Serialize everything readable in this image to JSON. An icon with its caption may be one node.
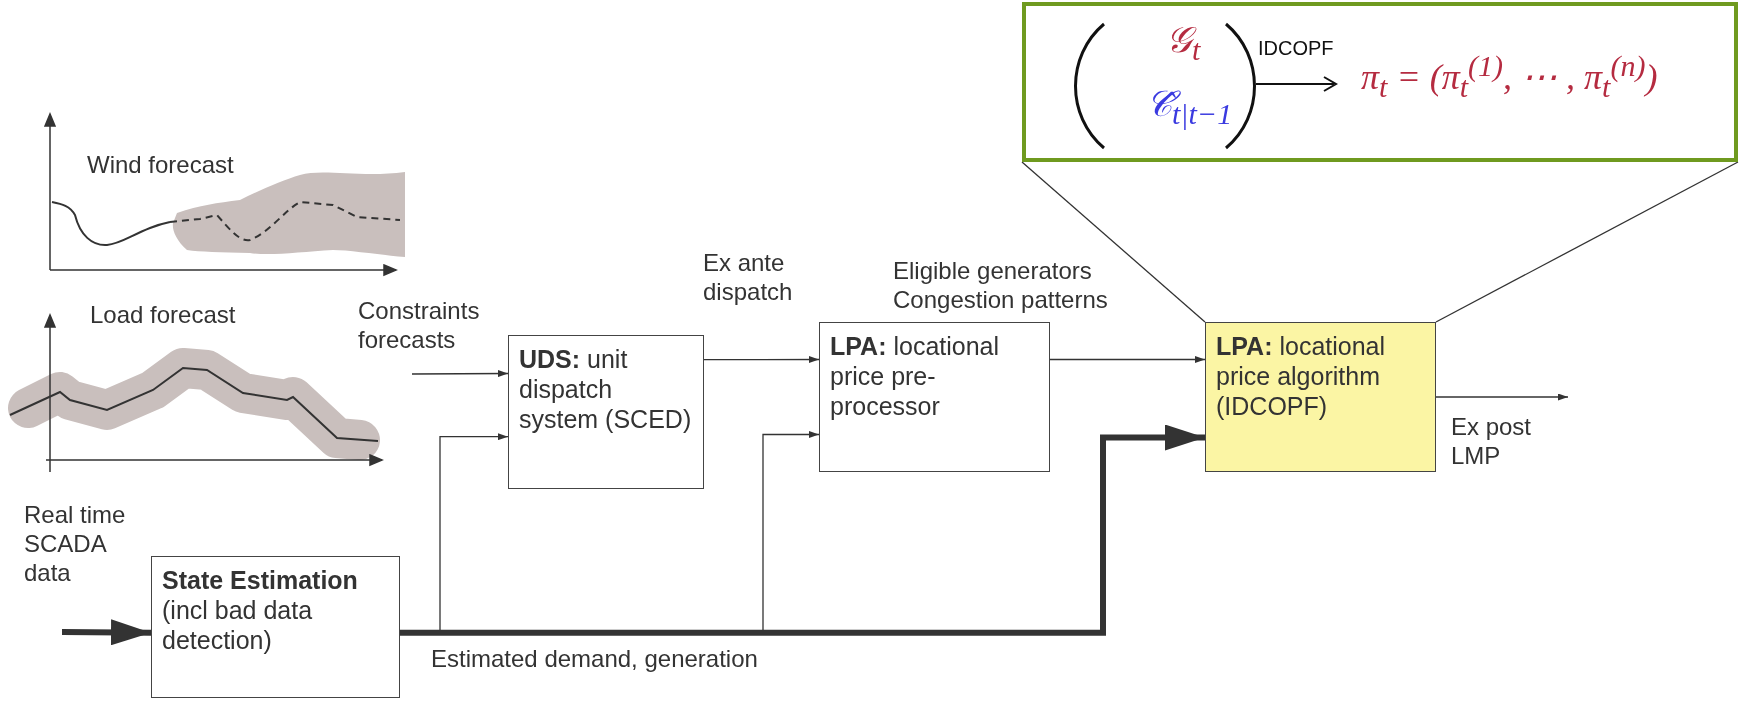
{
  "diagram": {
    "nodes": [
      {
        "text": [
          "𝒢$_{t}$",
          "𝒞̂$_{t|t−1}$",
          "IDCOPF",
          "π$_{t}$ = (π$_{t}$$^{(1)}$, ⋯ , π$_{t}$$^{(n)}$)"
        ]
      },
      {
        "text": [
          "**UDS:** unit dispatch system (SCED)"
        ]
      },
      {
        "text": [
          "**LPA:** locational price pre-processor"
        ]
      },
      {
        "text": [
          "**LPA:** locational price algorithm (IDCOPF)"
        ]
      },
      {
        "text": [
          "State Estimation",
          "(incl bad data detection)"
        ]
      }
    ],
    "edges": [
      {
        "from": null,
        "to": 4,
        "arrow": "to",
        "label": "Real time SCADA data",
        "style": "thick"
      },
      {
        "from": 4,
        "to": 1,
        "arrow": "to"
      },
      {
        "from": 4,
        "to": 2,
        "arrow": "to"
      },
      {
        "from": 4,
        "to": 3,
        "arrow": "to",
        "label": "Estimated demand, generation",
        "style": "thick"
      },
      {
        "from": null,
        "to": 1,
        "arrow": "to",
        "label": "Constraints forecasts"
      },
      {
        "from": 1,
        "to": 2,
        "arrow": "to",
        "label": "Ex ante dispatch"
      },
      {
        "from": 2,
        "to": 3,
        "arrow": "to",
        "label": "Eligible generators Congestion patterns"
      },
      {
        "from": 3,
        "to": null,
        "arrow": "to",
        "label": "Ex post LMP"
      },
      {
        "from": 3,
        "to": 0,
        "arrow": "none"
      },
      {
        "from": 3,
        "to": 0,
        "arrow": "none"
      }
    ],
    "labels": [
      "Wind forecast",
      "Load forecast"
    ]
  }
}
